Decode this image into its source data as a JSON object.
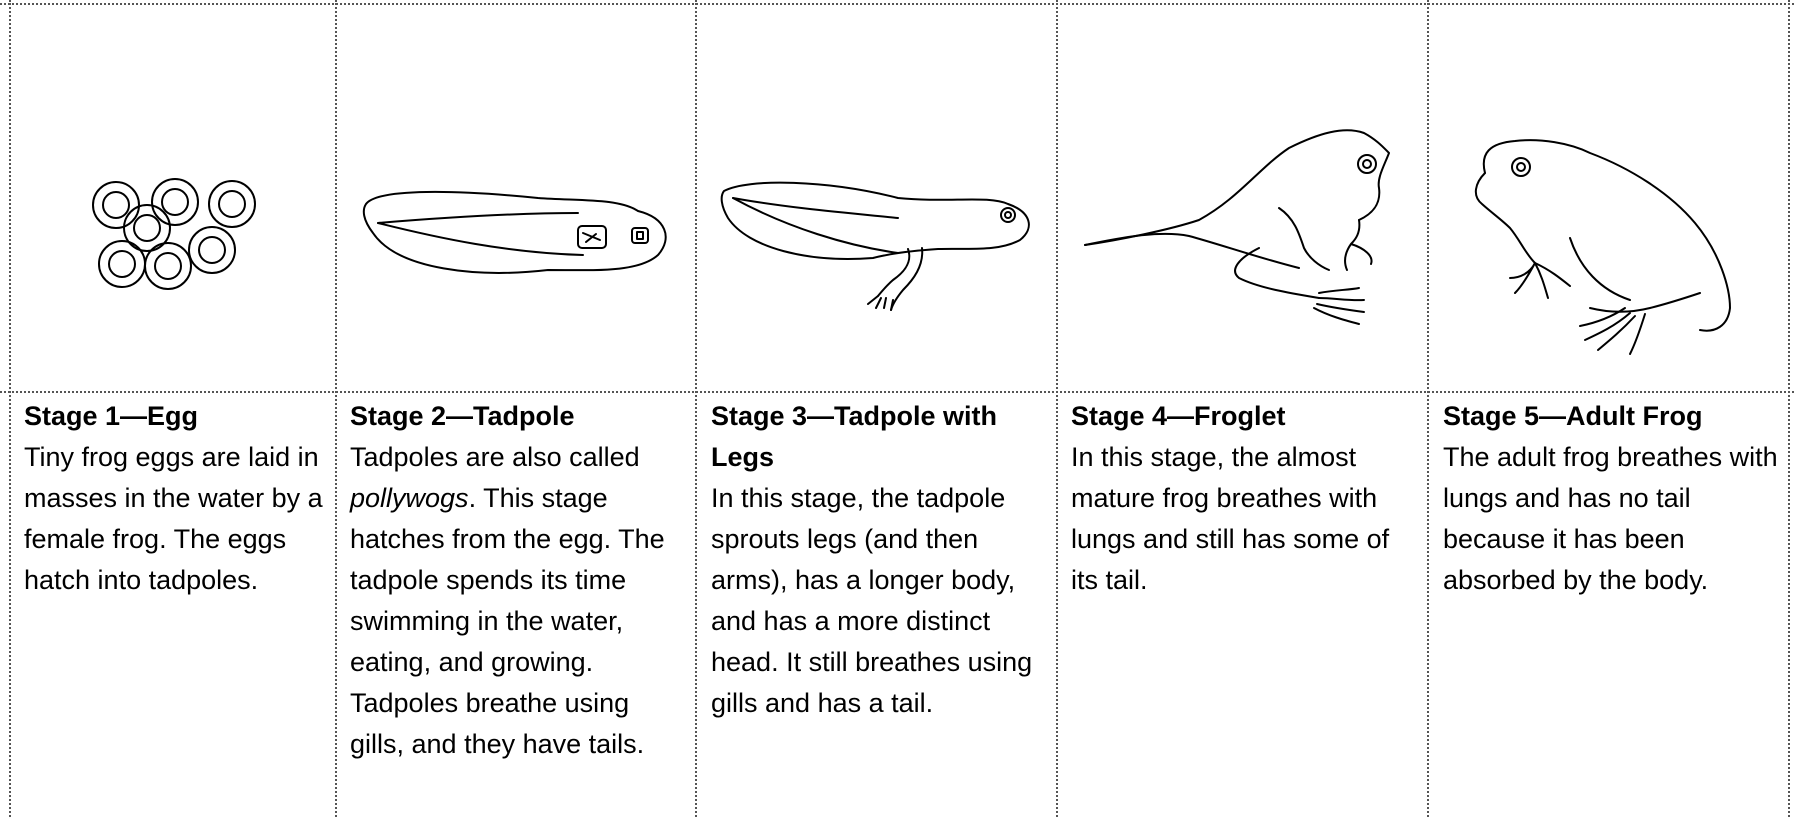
{
  "stages": [
    {
      "title": "Stage 1—Egg",
      "desc": "Tiny frog eggs are laid in masses in the water by a female frog. The eggs hatch into tadpoles.",
      "icon": "frog-eggs-icon"
    },
    {
      "title": "Stage 2—Tadpole",
      "desc_before": "Tadpoles are also called ",
      "desc_italic": "pollywogs",
      "desc_after": ". This stage hatches from the egg. The tadpole spends its time swimming in the water, eating, and growing. Tadpoles breathe using gills, and they have tails.",
      "icon": "tadpole-icon"
    },
    {
      "title": "Stage 3—Tadpole with Legs",
      "desc": "In this stage, the tadpole sprouts legs (and then arms), has a longer body, and has a more distinct head. It still breathes using gills and has a tail.",
      "icon": "tadpole-with-legs-icon"
    },
    {
      "title": "Stage 4—Froglet",
      "desc": "In this stage, the almost mature frog breathes with lungs and still has some of its tail.",
      "icon": "froglet-icon"
    },
    {
      "title": "Stage 5—Adult Frog",
      "desc": "The adult frog breathes with lungs and has no tail because it has been absorbed by the body.",
      "icon": "adult-frog-icon"
    }
  ]
}
